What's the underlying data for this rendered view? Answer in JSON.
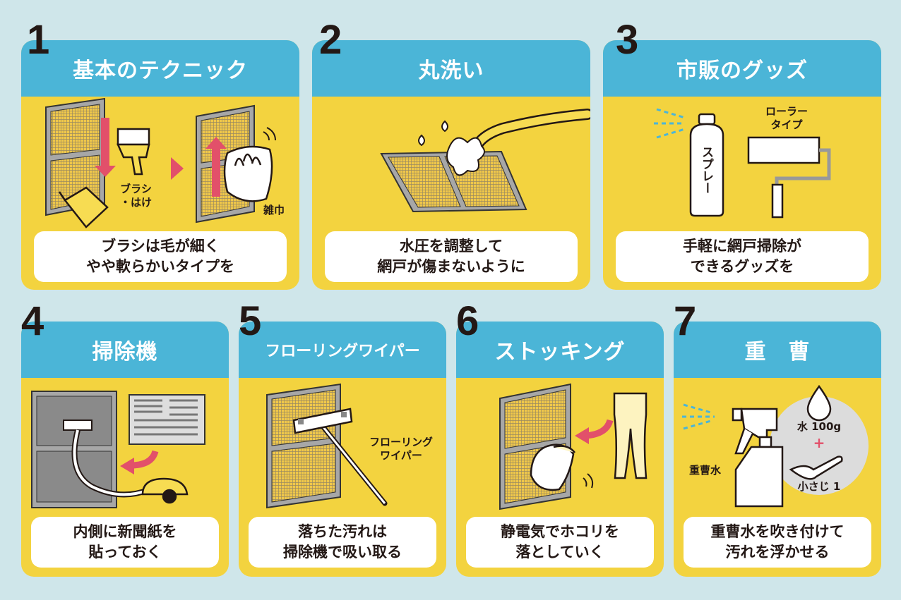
{
  "cards": [
    {
      "number": "1",
      "title": "基本のテクニック",
      "caption": [
        "ブラシは毛が細く",
        "やや軟らかいタイプを"
      ],
      "labels": {
        "brush": "ブラシ",
        "brush2": "・はけ",
        "cloth": "雑巾"
      }
    },
    {
      "number": "2",
      "title": "丸洗い",
      "caption": [
        "水圧を調整して",
        "網戸が傷まないように"
      ]
    },
    {
      "number": "3",
      "title": "市販のグッズ",
      "caption": [
        "手軽に網戸掃除が",
        "できるグッズを"
      ],
      "labels": {
        "spray": "スプレー",
        "roller": "ローラー",
        "roller2": "タイプ"
      }
    },
    {
      "number": "4",
      "title": "掃除機",
      "caption": [
        "内側に新聞紙を",
        "貼っておく"
      ]
    },
    {
      "number": "5",
      "title": "フローリングワイパー",
      "caption": [
        "落ちた汚れは",
        "掃除機で吸い取る"
      ],
      "labels": {
        "wiper": "フローリング",
        "wiper2": "ワイパー"
      }
    },
    {
      "number": "6",
      "title": "ストッキング",
      "caption": [
        "静電気でホコリを",
        "落としていく"
      ]
    },
    {
      "number": "7",
      "title": "重　曹",
      "caption": [
        "重曹水を吹き付けて",
        "汚れを浮かせる"
      ],
      "labels": {
        "bottle": "重曹水",
        "water": "水 100g",
        "plus": "+",
        "spoon": "小さじ 1"
      }
    }
  ],
  "colors": {
    "background": "#cfe6ea",
    "header": "#4bb5d7",
    "body": "#f3d33f",
    "arrow": "#e2506a"
  }
}
